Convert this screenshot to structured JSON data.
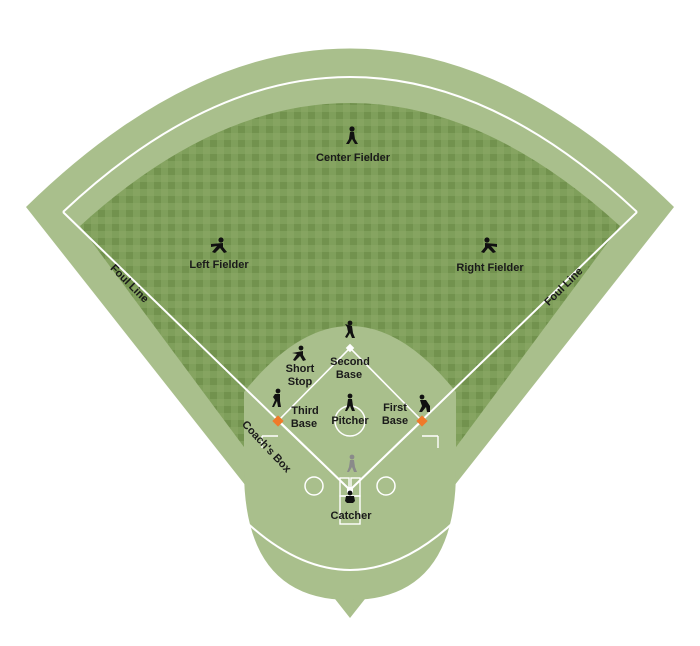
{
  "positions": {
    "center_fielder": "Center Fielder",
    "left_fielder": "Left Fielder",
    "right_fielder": "Right Fielder",
    "short_stop_line1": "Short",
    "short_stop_line2": "Stop",
    "second_base_line1": "Second",
    "second_base_line2": "Base",
    "third_base_line1": "Third",
    "third_base_line2": "Base",
    "first_base_line1": "First",
    "first_base_line2": "Base",
    "pitcher": "Pitcher",
    "catcher": "Catcher"
  },
  "markings": {
    "foul_line_left": "Foul Line",
    "foul_line_right": "Foul Line",
    "coachs_box": "Coach's Box"
  },
  "colors": {
    "outer_ground": "#a9bf8c",
    "grass_light": "#87a562",
    "grass_dark": "#6f8f4c",
    "infield": "#a9bf8c",
    "chalk": "#ffffff",
    "base_marker": "#f07a2a"
  }
}
